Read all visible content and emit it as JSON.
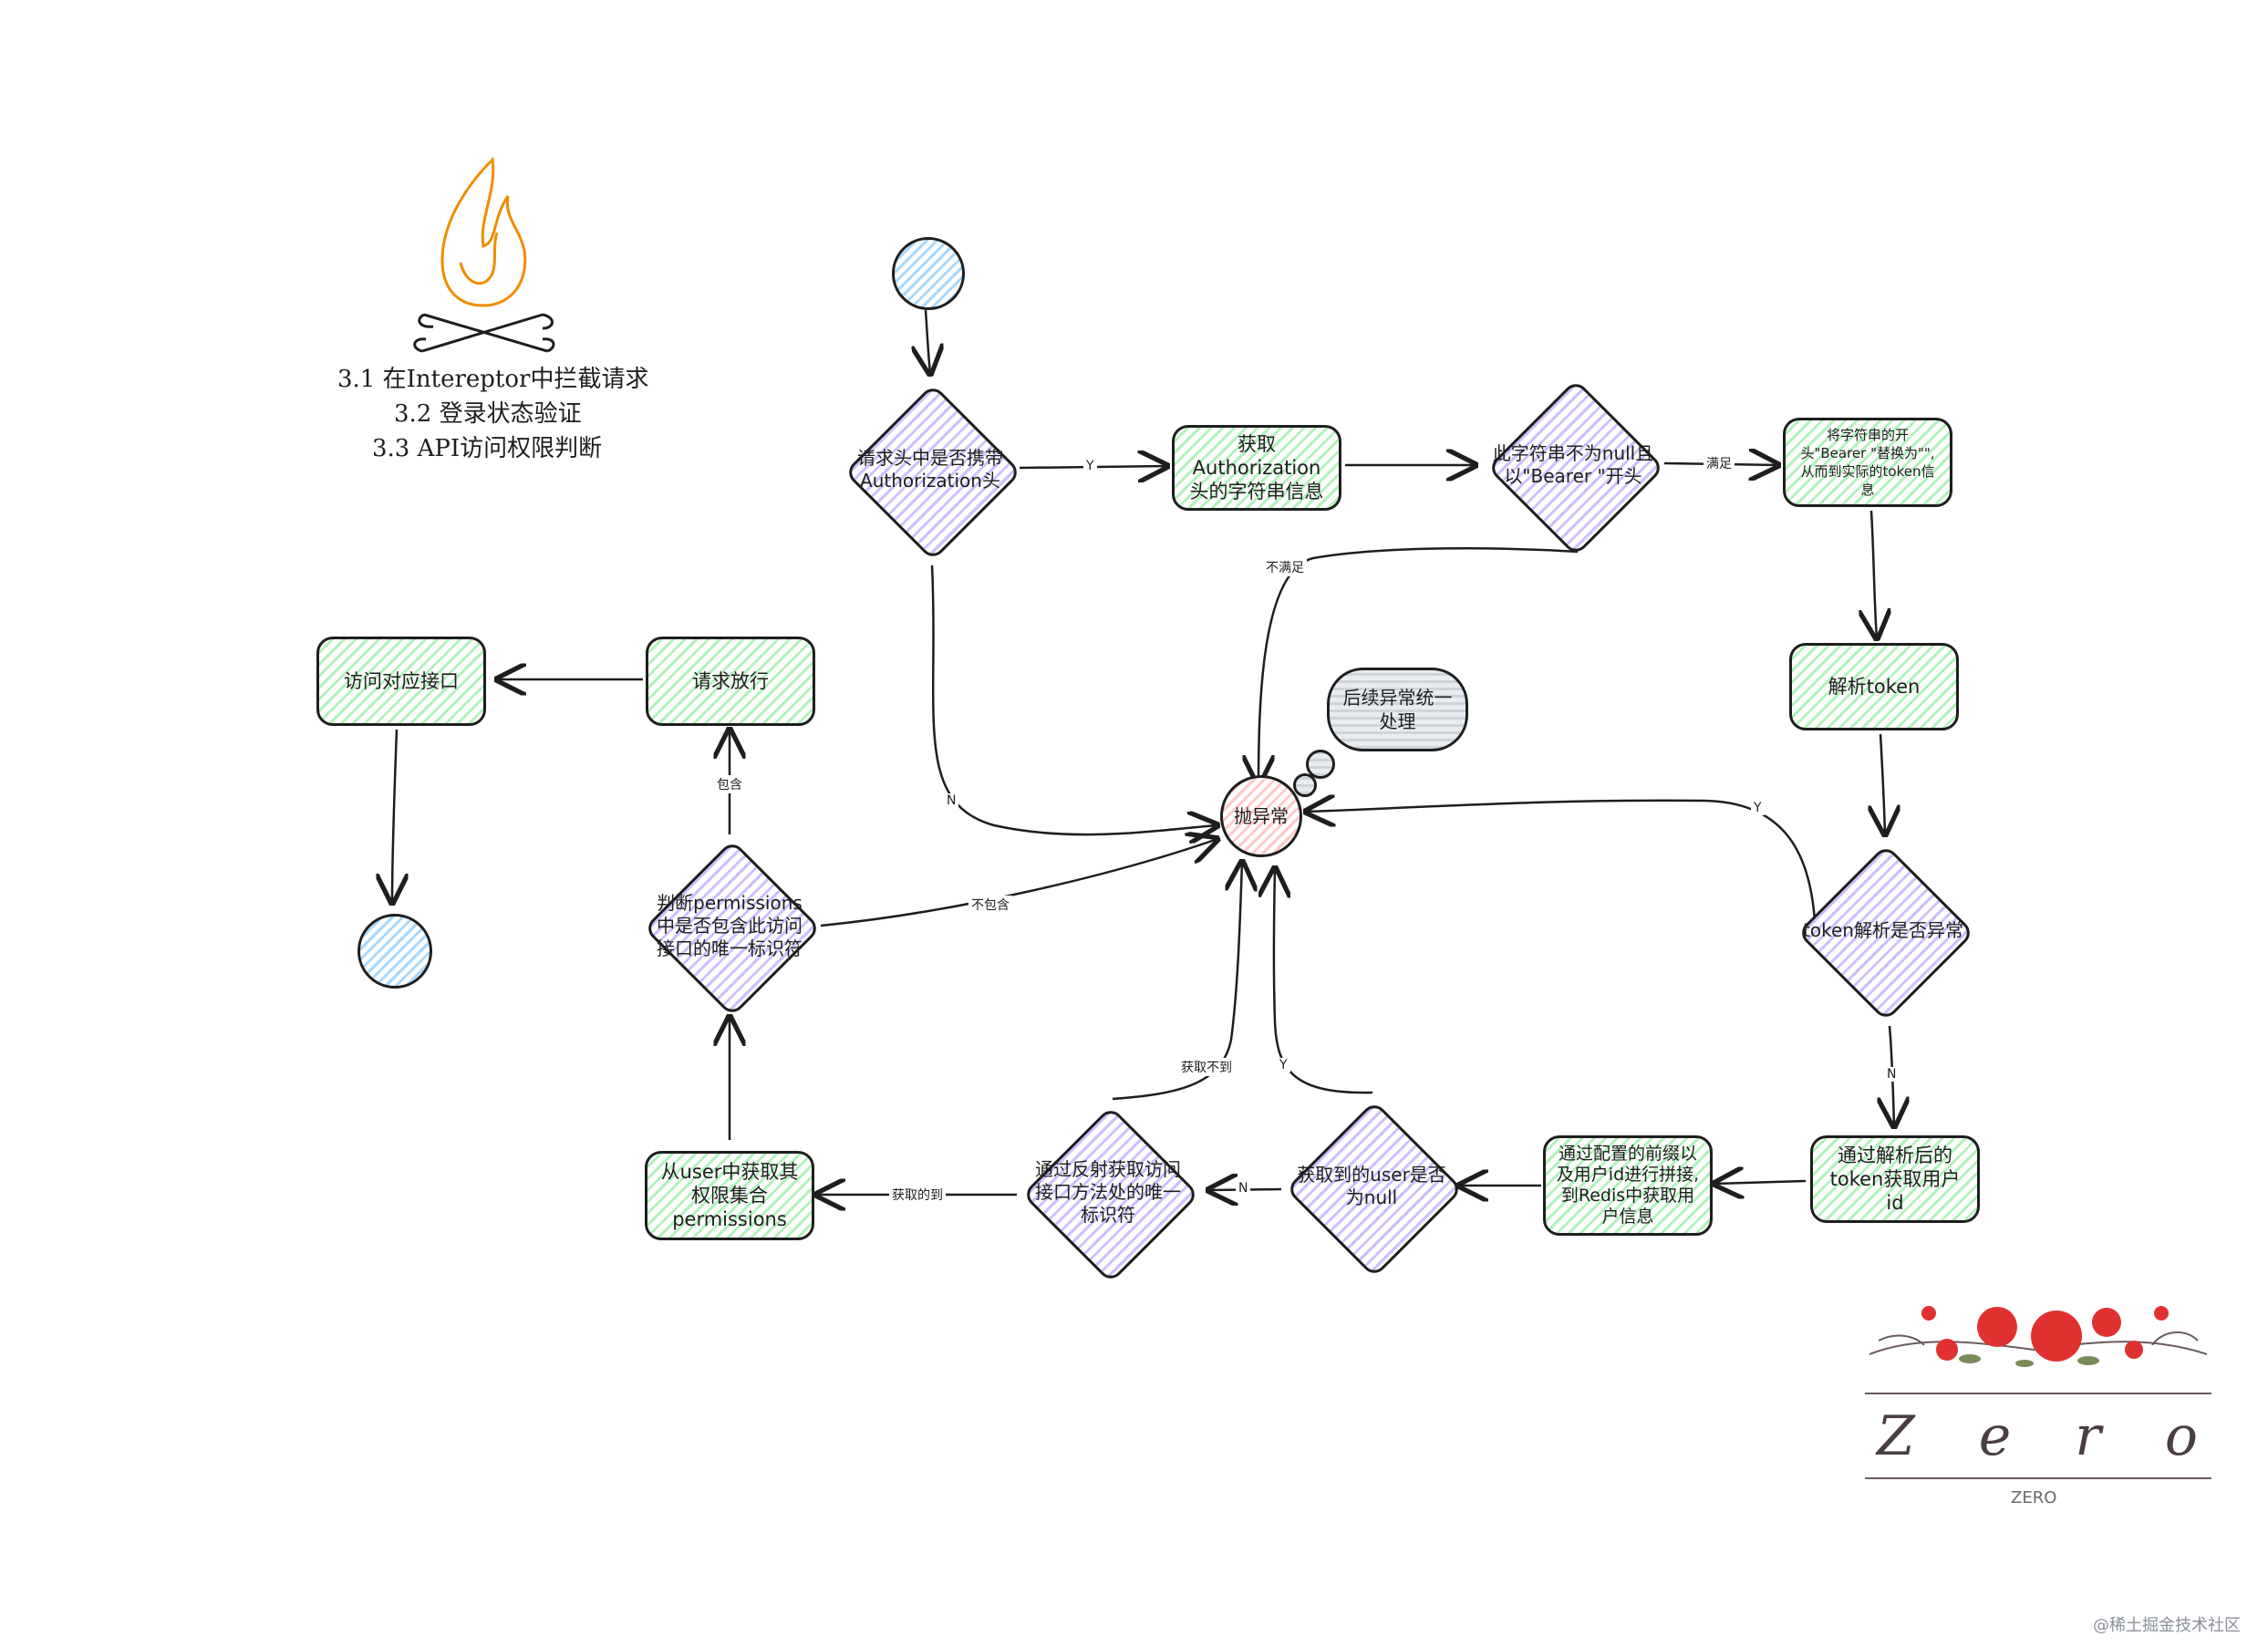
{
  "colors": {
    "stroke": "#1e1e1e",
    "green_fill": "#b2f2bb",
    "purple_fill": "#d0bfff",
    "blue_fill": "#a5d8ff",
    "red_fill": "#ffc9c9",
    "cloud_fill": "#ced4da",
    "flame": "#f08c00",
    "rose": "#e03131"
  },
  "title": {
    "line1": "3.1 在Intereptor中拦截请求",
    "line2": "3.2 登录状态验证",
    "line3": "3.3 API访问权限判断",
    "icon": "campfire-icon"
  },
  "nodes": {
    "check_auth_header": "请求头中是否携带Authorization头",
    "get_auth_string": "获取Authorization头的字符串信息",
    "check_bearer": "此字符串不为null且以\"Bearer \"开头",
    "strip_bearer": "将字符串的开头\"Bearer \"替换为\"\",从而到实际的token信息",
    "parse_token": "解析token",
    "token_parse_error": "token解析是否异常",
    "get_user_id": "通过解析后的token获取用户id",
    "get_redis_user": "通过配置的前缀以及用户id进行拼接,到Redis中获取用户信息",
    "user_null": "获取到的user是否为null",
    "reflect_id": "通过反射获取访问接口方法处的唯一标识符",
    "get_permissions": "从user中获取其权限集合permissions",
    "check_permissions": "判断permissions中是否包含此访问接口的唯一标识符",
    "allow_request": "请求放行",
    "access_api": "访问对应接口",
    "throw_exception": "抛异常",
    "unified_handling": "后续异常统一处理"
  },
  "edge_labels": {
    "yes1": "Y",
    "no1": "N",
    "satisfied": "满足",
    "not_satisfied": "不满足",
    "yes_token": "Y",
    "no_token": "N",
    "no_user": "N",
    "yes_user": "Y",
    "got": "获取的到",
    "not_got": "获取不到",
    "contains": "包含",
    "not_contains": "不包含"
  },
  "logo": {
    "brand": "Zero",
    "sub": "ZERO",
    "icon": "roses-icon"
  },
  "watermark": "@稀土掘金技术社区"
}
